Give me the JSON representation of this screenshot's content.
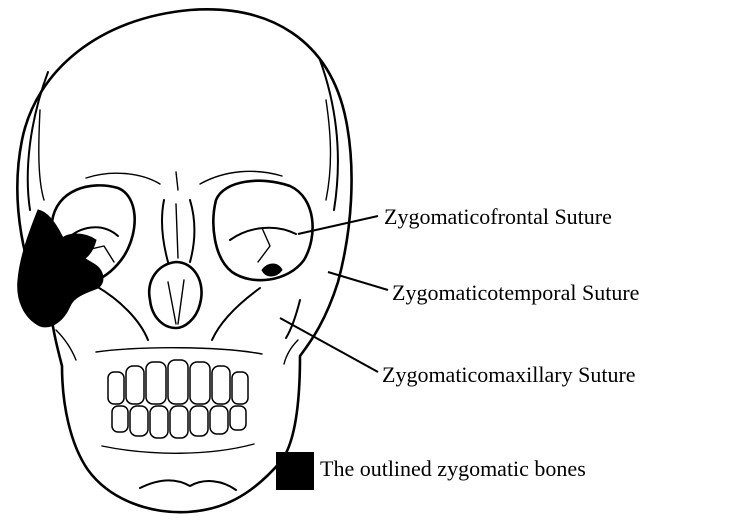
{
  "labels": {
    "zygomaticofrontal": "Zygomaticofrontal Suture",
    "zygomaticotemporal": "Zygomaticotemporal Suture",
    "zygomaticomaxillary": "Zygomaticomaxillary Suture"
  },
  "legend": {
    "text": "The outlined zygomatic bones",
    "swatch_color": "#000000"
  },
  "colors": {
    "ink": "#000000",
    "background": "#ffffff"
  }
}
